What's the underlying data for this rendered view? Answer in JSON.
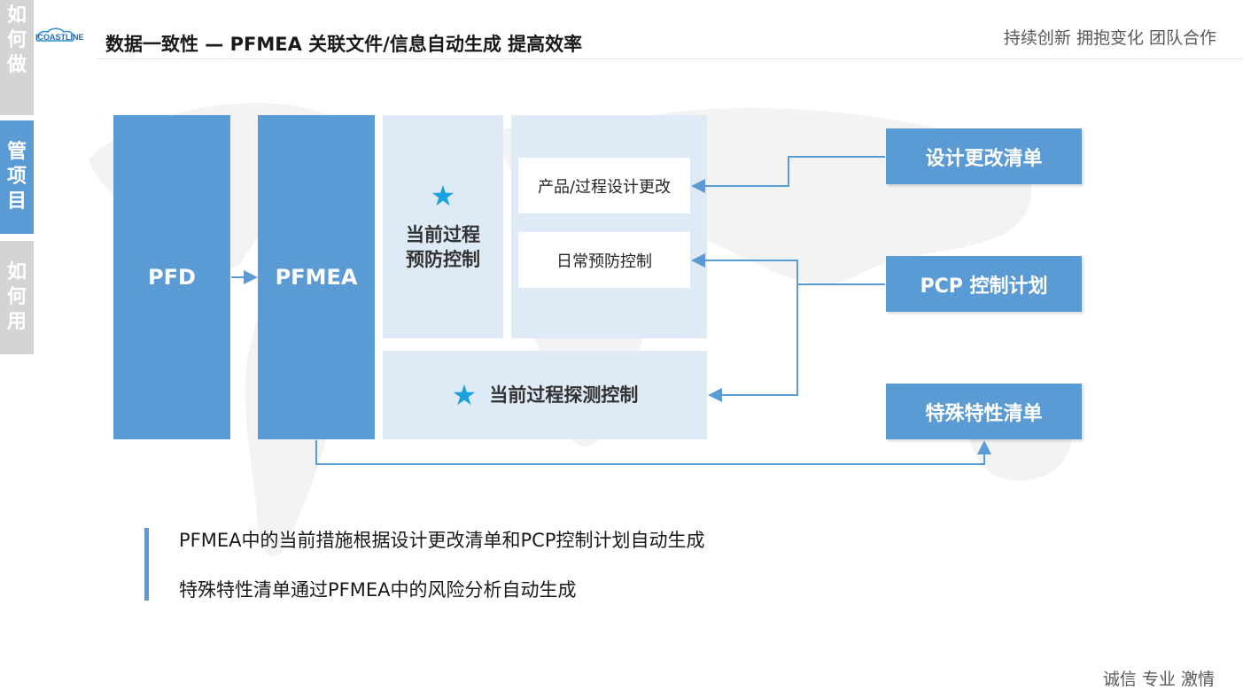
{
  "header": {
    "logo_text": "ICOASTLINE",
    "title": "数据一致性 — PFMEA 关联文件/信息自动生成  提高效率",
    "slogan": "持续创新  拥抱变化  团队合作"
  },
  "side_tabs": [
    {
      "chars": [
        "如",
        "何",
        "做"
      ]
    },
    {
      "chars": [
        "管",
        "项",
        "目"
      ]
    },
    {
      "chars": [
        "如",
        "何",
        "用"
      ]
    }
  ],
  "diagram": {
    "pfd": "PFD",
    "pfmea": "PFMEA",
    "prevention_title_line1": "当前过程",
    "prevention_title_line2": "预防控制",
    "product_process_change": "产品/过程设计更改",
    "daily_prevention": "日常预防控制",
    "detection_title": "当前过程探测控制",
    "design_change_list": "设计更改清单",
    "pcp_plan": "PCP 控制计划",
    "special_char_list": "特殊特性清单"
  },
  "bullets": [
    "PFMEA中的当前措施根据设计更改清单和PCP控制计划自动生成",
    "特殊特性清单通过PFMEA中的风险分析自动生成"
  ],
  "footer": {
    "slogan": "诚信  专业  激情"
  },
  "colors": {
    "accent_blue": "#5b9bd5",
    "light_blue": "#deeaf6",
    "star_blue": "#1ba1e2",
    "tab_gray": "#d4d4d4"
  }
}
